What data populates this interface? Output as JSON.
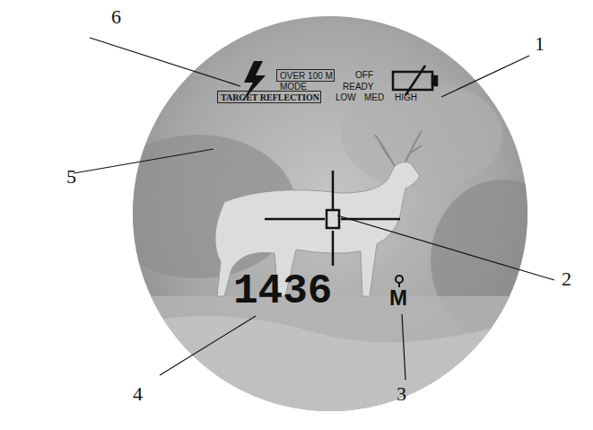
{
  "diagram": {
    "nodes": [
      {
        "text": [
          "OVER 100 M"
        ]
      },
      {
        "text": [
          "TARGET REFLECTION"
        ]
      }
    ],
    "labels": [
      "6",
      "1",
      "5",
      "2",
      "4",
      "3",
      "OFF",
      "MODE",
      "READY",
      "LOW",
      "MED",
      "HIGH",
      "1436",
      "M"
    ]
  }
}
